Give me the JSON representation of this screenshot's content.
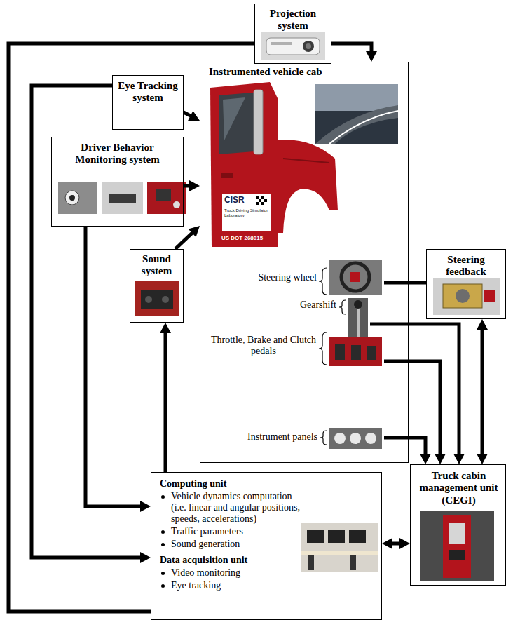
{
  "diagram": {
    "nodes": [
      {
        "text": [
          "Projection system"
        ]
      },
      {
        "text": [
          "Eye Tracking system"
        ]
      },
      {
        "text": [
          "Instrumented vehicle cab"
        ]
      },
      {
        "text": [
          "Driver Behavior Monitoring system"
        ]
      },
      {
        "text": [
          "Sound system"
        ]
      },
      {
        "text": [
          "Steering wheel"
        ],
        "in": 2
      },
      {
        "text": [
          "Steering feedback"
        ]
      },
      {
        "text": [
          "Gearshift"
        ],
        "in": 2
      },
      {
        "text": [
          "Throttle, Brake and Clutch pedals"
        ],
        "in": 2
      },
      {
        "text": [
          "Instrument panels"
        ],
        "in": 2
      },
      {
        "text": [
          "Computing unit",
          "Vehicle dynamics computation (i.e. linear and angular positions, speeds, accelerations)",
          "Traffic parameters",
          "Sound generation",
          "Data acquisition unit",
          "Video monitoring",
          "Eye tracking"
        ]
      },
      {
        "text": [
          "Truck cabin management unit (CEGI)"
        ]
      }
    ],
    "edges": [
      {
        "from": 10,
        "to": 0,
        "arrow": "none"
      },
      {
        "from": 0,
        "to": 2,
        "arrow": "to"
      },
      {
        "from": 1,
        "to": 2,
        "arrow": "to"
      },
      {
        "from": 1,
        "to": 10,
        "arrow": "to"
      },
      {
        "from": 3,
        "to": 2,
        "arrow": "to"
      },
      {
        "from": 3,
        "to": 10,
        "arrow": "to"
      },
      {
        "from": 4,
        "to": 2,
        "arrow": "to"
      },
      {
        "from": 10,
        "to": 4,
        "arrow": "to"
      },
      {
        "from": 5,
        "to": 6,
        "arrow": "none"
      },
      {
        "from": 6,
        "to": 11,
        "arrow": "both"
      },
      {
        "from": 7,
        "to": 11,
        "arrow": "to"
      },
      {
        "from": 8,
        "to": 11,
        "arrow": "to"
      },
      {
        "from": 9,
        "to": 11,
        "arrow": "to"
      },
      {
        "from": 10,
        "to": 11,
        "arrow": "both"
      }
    ],
    "labels": [
      "CISR",
      "Truck Driving Simulator Laboratory",
      "US DOT 268015"
    ]
  }
}
